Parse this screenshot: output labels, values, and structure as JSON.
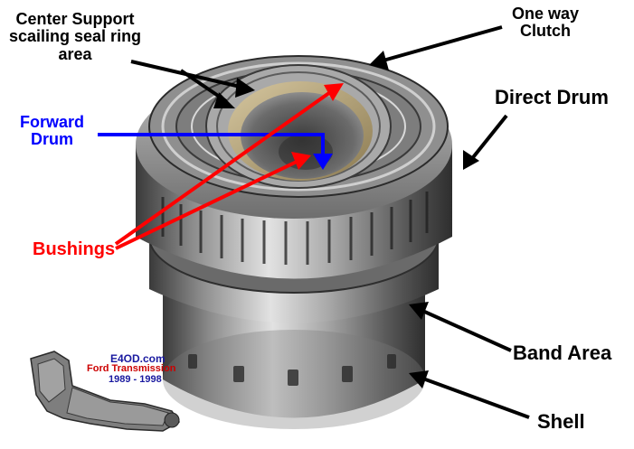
{
  "colors": {
    "label_text": "#000000",
    "forward_drum": "#0000ff",
    "bushings": "#ff0000",
    "pointer_black": "#000000",
    "metal_light": "#d8d8d8",
    "metal_dark": "#4a4a4a",
    "bronze": "#b8a878",
    "logo_site": "#1a1aa0",
    "logo_title": "#cc0000"
  },
  "labels": {
    "center_support_line1": "Center Support",
    "center_support_line2": "scailing seal ring",
    "center_support_line3": "area",
    "one_way_line1": "One way",
    "one_way_line2": "Clutch",
    "direct_drum": "Direct Drum",
    "forward_drum_line1": "Forward",
    "forward_drum_line2": "Drum",
    "bushings": "Bushings",
    "band_area": "Band Area",
    "shell": "Shell"
  },
  "logo": {
    "site": "E4OD.com",
    "title": "Ford Transmission",
    "years": "1989 - 1998"
  },
  "icons": {
    "main": "transmission-drum-assembly-photo",
    "logo": "transmission-case-icon"
  }
}
